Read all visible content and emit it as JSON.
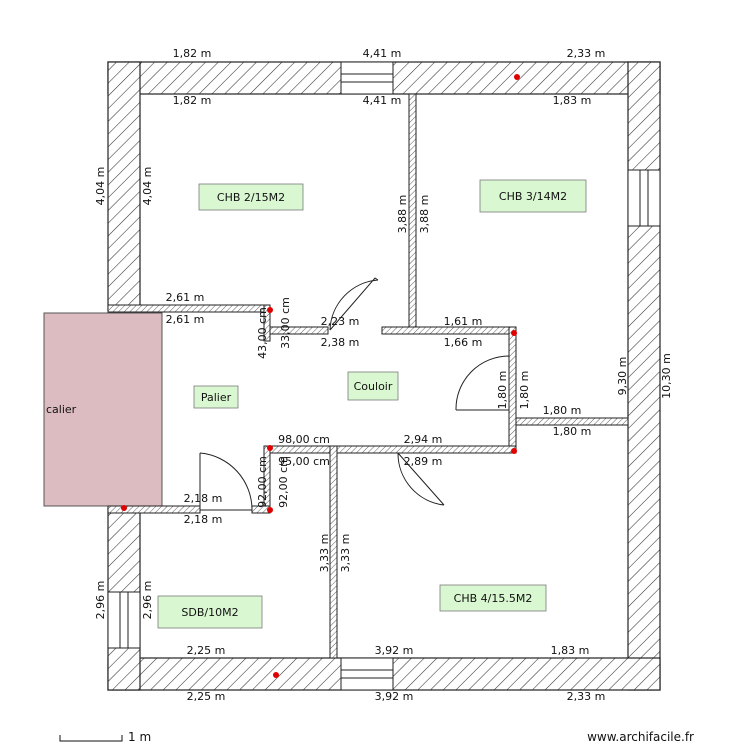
{
  "rooms": {
    "chb2": "CHB 2/15M2",
    "chb3": "CHB 3/14M2",
    "palier": "Palier",
    "couloir": "Couloir",
    "sdb": "SDB/10M2",
    "chb4": "CHB 4/15.5M2",
    "escalier": "calier"
  },
  "dims": {
    "top_ext_left": "1,82 m",
    "top_ext_mid": "4,41 m",
    "top_ext_right": "2,33 m",
    "top_int_left": "1,82 m",
    "top_int_mid": "4,41 m",
    "top_int_right": "1,83 m",
    "left_ext_upper": "4,04 m",
    "left_int_upper": "4,04 m",
    "chb2_chb3_wall_a": "3,88 m",
    "chb2_chb3_wall_b": "3,88 m",
    "palier_top_a": "2,61 m",
    "palier_top_b": "2,61 m",
    "stub_a": "43,00 cm",
    "stub_b": "33,00 cm",
    "couloir_top_a": "2,23 m",
    "couloir_top_b": "2,38 m",
    "couloir_top_c": "1,61 m",
    "couloir_top_d": "1,66 m",
    "couloir_end_a": "1,80 m",
    "couloir_end_b": "1,80 m",
    "right_int": "9,30 m",
    "right_ext": "10,30 m",
    "chb3_bottom_a": "1,80 m",
    "chb3_bottom_b": "1,80 m",
    "couloir_bottom_a": "98,00 cm",
    "couloir_bottom_b": "95,00 cm",
    "couloir_bottom_c": "2,94 m",
    "couloir_bottom_d": "2,89 m",
    "sdb_stub_a": "92,00 cm",
    "sdb_stub_b": "92,00 cm",
    "sdb_top_a": "2,18 m",
    "sdb_top_b": "2,18 m",
    "chb4_wall_a": "3,33 m",
    "chb4_wall_b": "3,33 m",
    "left_ext_lower": "2,96 m",
    "left_int_lower": "2,96 m",
    "bottom_int_left": "2,25 m",
    "bottom_int_mid": "3,92 m",
    "bottom_int_right": "1,83 m",
    "bottom_ext_left": "2,25 m",
    "bottom_ext_mid": "3,92 m",
    "bottom_ext_right": "2,33 m"
  },
  "footer": {
    "scale_label": "1 m",
    "watermark": "www.archifacile.fr"
  },
  "colors": {
    "room_label_bg": "#d9f7d0",
    "stair_fill": "#dcbcc0",
    "node": "#e00000"
  }
}
